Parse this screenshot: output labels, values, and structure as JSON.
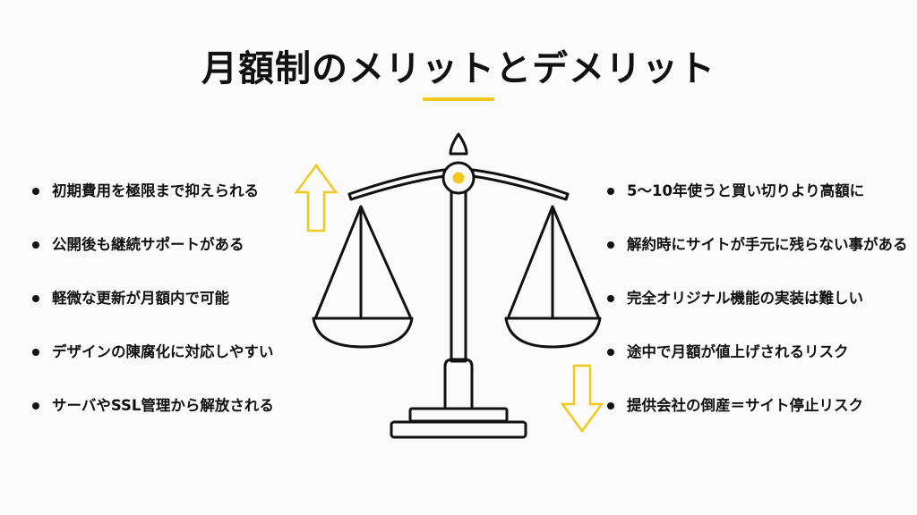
{
  "title": "月額制のメリットとデメリット",
  "colors": {
    "accent": "#f2c81e",
    "ink": "#111111",
    "background": "#fbfbfb"
  },
  "merits": [
    "初期費用を極限まで抑えられる",
    "公開後も継続サポートがある",
    "軽微な更新が月額内で可能",
    "デザインの陳腐化に対応しやすい",
    "サーバやSSL管理から解放される"
  ],
  "demerits": [
    "5〜10年使うと買い切りより高額に",
    "解約時にサイトが手元に残らない事がある",
    "完全オリジナル機能の実装は難しい",
    "途中で月額が値上げされるリスク",
    "提供会社の倒産＝サイト停止リスク"
  ],
  "icons": {
    "balance": "balance-scale-icon",
    "up": "arrow-up-icon",
    "down": "arrow-down-icon"
  }
}
